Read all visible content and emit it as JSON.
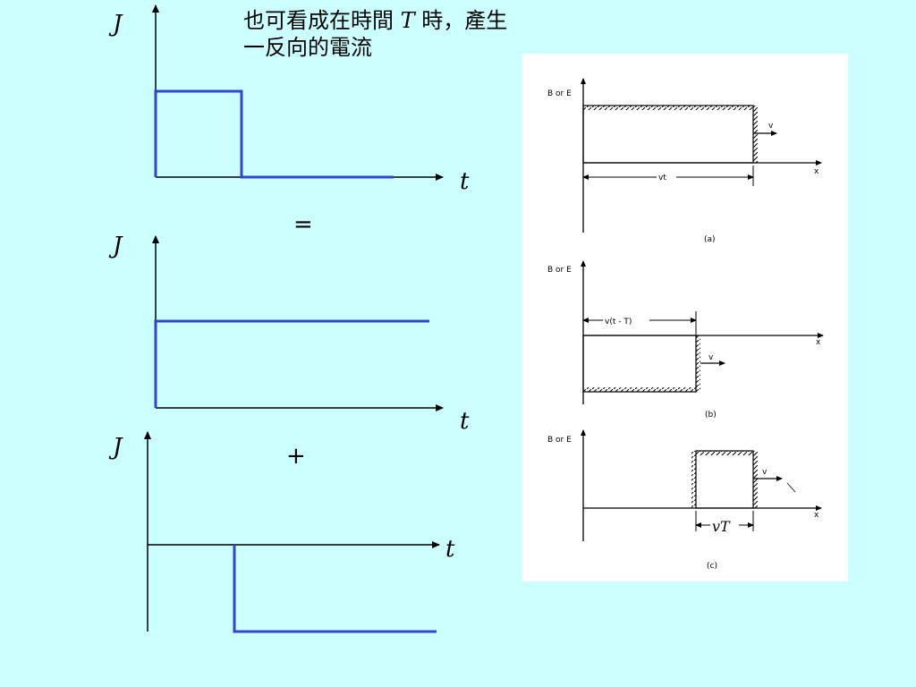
{
  "caption": {
    "line1_pre": "也可看成在時間 ",
    "line1_var": "T",
    "line1_post": " 時，產生",
    "line2": "一反向的電流"
  },
  "graphs": {
    "top": {
      "y_label": "J",
      "x_label": "t"
    },
    "middle": {
      "y_label": "J",
      "x_label": "t"
    },
    "bottom": {
      "y_label": "J",
      "x_label": "t"
    }
  },
  "operators": {
    "equals_left": "=",
    "plus_left": "+",
    "plus_right": "+",
    "equals_right": "="
  },
  "scan": {
    "panel_a": {
      "axis_label": "B or E",
      "x_label": "x",
      "v_label": "v",
      "width_label": "vt",
      "caption": "(a)"
    },
    "panel_b": {
      "axis_label": "B or E",
      "x_label": "x",
      "v_label": "v",
      "width_label": "v(t - T)",
      "caption": "(b)"
    },
    "panel_c": {
      "axis_label": "B or E",
      "x_label": "x",
      "v_label": "v",
      "width_label": "vT",
      "caption": "(c)"
    }
  },
  "colors": {
    "background": "#ccffff",
    "curve": "#3344cc",
    "axis": "#000000",
    "scan_bg": "#ffffff"
  }
}
